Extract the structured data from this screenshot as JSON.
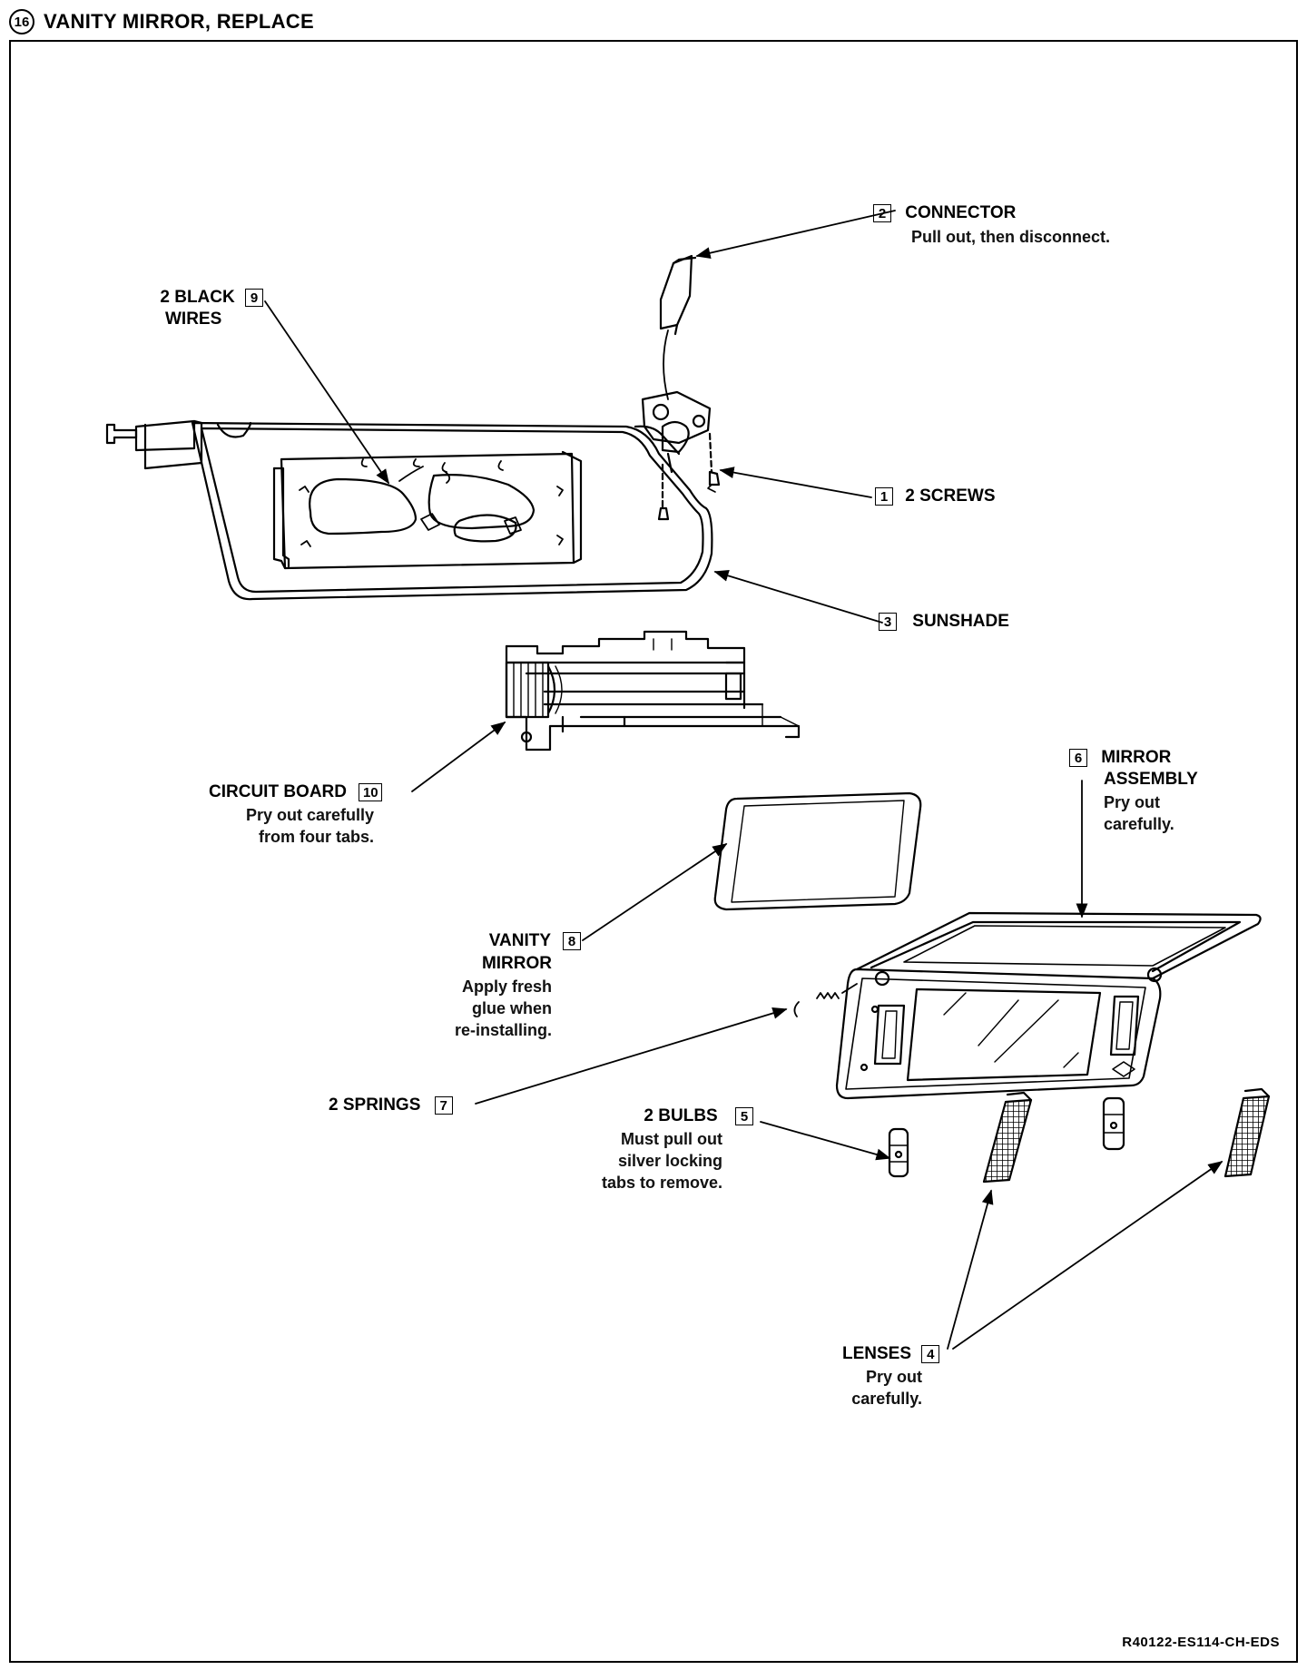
{
  "header": {
    "step": "16",
    "title": "VANITY MIRROR, REPLACE"
  },
  "callouts": {
    "connector": {
      "num": "2",
      "label": "CONNECTOR",
      "note": "Pull out, then disconnect."
    },
    "wires": {
      "num": "9",
      "label_line1": "2 BLACK",
      "label_line2": "WIRES"
    },
    "screws": {
      "num": "1",
      "label": "2 SCREWS"
    },
    "sunshade": {
      "num": "3",
      "label": "SUNSHADE"
    },
    "circuit_board": {
      "num": "10",
      "label": "CIRCUIT BOARD",
      "note": "Pry out carefully\nfrom four tabs."
    },
    "mirror_assembly": {
      "num": "6",
      "label_line1": "MIRROR",
      "label_line2": "ASSEMBLY",
      "note": "Pry out\ncarefully."
    },
    "vanity_mirror": {
      "num": "8",
      "label_line1": "VANITY",
      "label_line2": "MIRROR",
      "note": "Apply fresh\nglue when\nre-installing."
    },
    "springs": {
      "num": "7",
      "label": "2 SPRINGS"
    },
    "bulbs": {
      "num": "5",
      "label": "2 BULBS",
      "note": "Must pull out\nsilver locking\ntabs to remove."
    },
    "lenses": {
      "num": "4",
      "label": "LENSES",
      "note": "Pry out\ncarefully."
    }
  },
  "reference_code": "R40122-ES114-CH-EDS"
}
